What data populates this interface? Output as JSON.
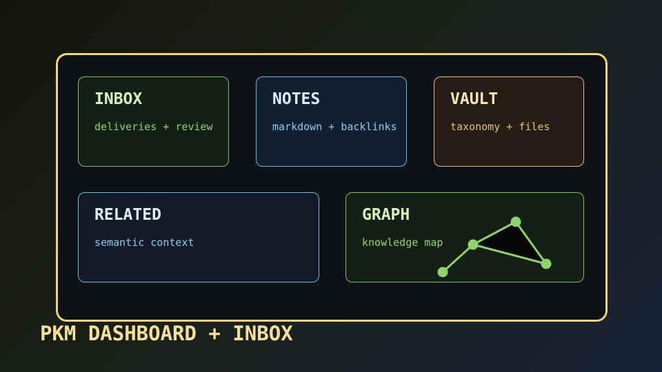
{
  "colors": {
    "frame_border": "#f5d37a",
    "caption": "#f5e09a",
    "inbox_accent": "#8fd46a",
    "notes_accent": "#6fb8e0",
    "vault_accent": "#e2c27a",
    "related_accent": "#6fb8e0",
    "graph_accent": "#8fd46a"
  },
  "cards": {
    "inbox": {
      "title": "INBOX",
      "subtitle": "deliveries + review",
      "title_color": "#d8f7c0",
      "subtitle_color": "#8fd46a",
      "border_color": "#7fbf5c",
      "fill": "#132016"
    },
    "notes": {
      "title": "NOTES",
      "subtitle": "markdown + backlinks",
      "title_color": "#dbf1ff",
      "subtitle_color": "#8fcbf0",
      "border_color": "#6fb8e0",
      "fill": "#11202e"
    },
    "vault": {
      "title": "VAULT",
      "subtitle": "taxonomy + files",
      "title_color": "#fde7b0",
      "subtitle_color": "#e6c06a",
      "border_color": "#e2c27a",
      "fill": "#241d15"
    },
    "related": {
      "title": "RELATED",
      "subtitle": "semantic context",
      "title_color": "#dbf1ff",
      "subtitle_color": "#8fcbf0",
      "border_color": "#6fb8e0",
      "fill": "#131b27"
    },
    "graph": {
      "title": "GRAPH",
      "subtitle": "knowledge map",
      "title_color": "#d8f7c0",
      "subtitle_color": "#8fd46a",
      "border_color": "#7fbf5c",
      "fill": "#161f15",
      "node_color": "#8fd46a"
    }
  },
  "caption": "PKM DASHBOARD + INBOX"
}
